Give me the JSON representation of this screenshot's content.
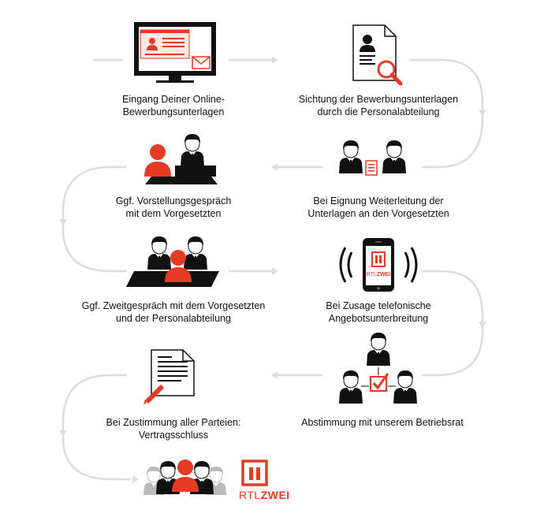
{
  "steps": [
    {
      "line1": "Eingang Deiner Online-",
      "line2": "Bewerbungsunterlagen"
    },
    {
      "line1": "Sichtung der Bewerbungsunterlagen",
      "line2": "durch die Personalabteilung"
    },
    {
      "line1": "Ggf. Vorstellungsgespräch",
      "line2": "mit dem Vorgesetzten"
    },
    {
      "line1": "Bei Eignung Weiterleitung der",
      "line2": "Unterlagen an den Vorgesetzten"
    },
    {
      "line1": "Ggf. Zweitgespräch mit dem Vorgesetzten",
      "line2": "und der Personalabteilung"
    },
    {
      "line1": "Bei Zusage telefonische",
      "line2": "Angebotsunterbreitung"
    },
    {
      "line1": "Bei Zustimmung aller Parteien:",
      "line2": "Vertragsschluss"
    },
    {
      "line1": "Abstimmung mit unserem Betriebsrat",
      "line2": ""
    }
  ],
  "phone_logo": {
    "part1": "RTL",
    "part2": "ZWEI"
  },
  "logo": {
    "part1": "RTL",
    "part2": "ZWEI"
  },
  "colors": {
    "accent": "#e53a23",
    "dark": "#111111",
    "path": "#d9d9d9"
  },
  "icons": [
    "monitor-icon",
    "document-search-icon",
    "interview-icon",
    "handover-icon",
    "meeting-table-icon",
    "smartphone-icon",
    "contract-sign-icon",
    "works-council-icon",
    "team-icon",
    "rtlzwei-logo-icon"
  ]
}
